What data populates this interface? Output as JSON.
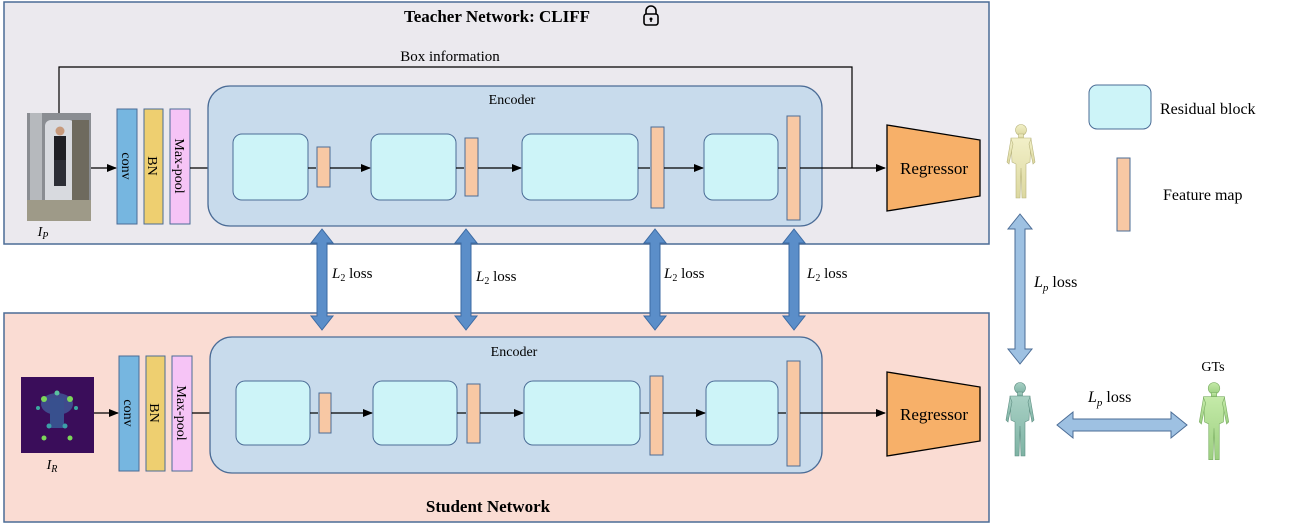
{
  "teacher": {
    "title": "Teacher Network: CLIFF",
    "box_info_label": "Box information",
    "input_label": "I",
    "input_sub": "P",
    "encoder_label": "Encoder",
    "conv_label": "conv",
    "bn_label": "BN",
    "maxpool_label": "Max-pool",
    "regressor_label": "Regressor"
  },
  "student": {
    "title": "Student Network",
    "input_label": "I",
    "input_sub": "R",
    "encoder_label": "Encoder",
    "conv_label": "conv",
    "bn_label": "BN",
    "maxpool_label": "Max-pool",
    "regressor_label": "Regressor"
  },
  "losses": {
    "l2_var": "L",
    "l2_sub": "2",
    "l2_word": " loss",
    "lp_var": "L",
    "lp_sub": "p",
    "lp_word": " loss"
  },
  "legend": {
    "residual_block": "Residual block",
    "feature_map": "Feature map"
  },
  "gts_label": "GTs",
  "colors": {
    "teacher_bg": "#ebe9ee",
    "student_bg": "#fadcd3",
    "encoder_bg": "#c8dbec",
    "residual_block": "#cdf4f8",
    "feature_map": "#f8c8a4",
    "conv": "#76b6e0",
    "bn": "#eecf70",
    "maxpool": "#f6c4f6",
    "regressor": "#f7b069",
    "loss_arrow": "#5b8ec9",
    "lp_arrow": "#9ec1e2",
    "frame": "#4b6c96"
  }
}
